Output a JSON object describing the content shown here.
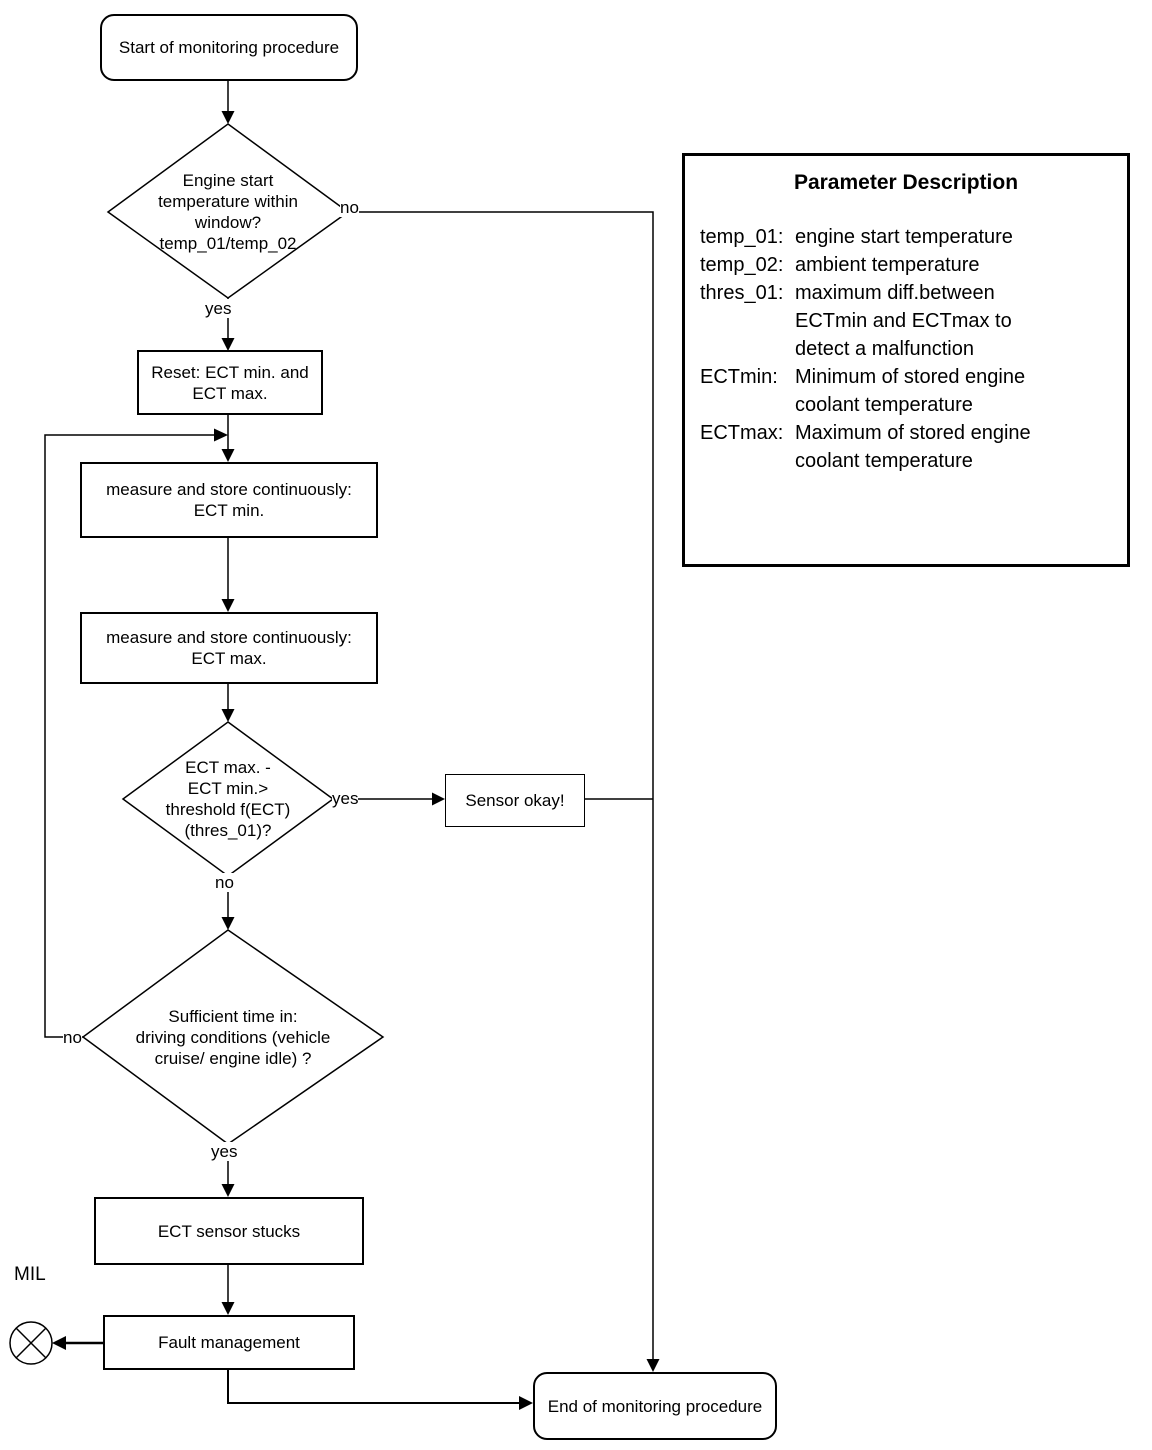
{
  "flowchart": {
    "nodes": {
      "start": "Start of monitoring procedure",
      "decision1": "Engine start\ntemperature within\nwindow?\ntemp_01/temp_02",
      "reset": "Reset: ECT min. and\nECT max.",
      "measure_min": "measure and store continuously:\nECT min.",
      "measure_max": "measure and store continuously:\nECT max.",
      "decision2": "ECT max. -\nECT min.>\nthreshold f(ECT)\n(thres_01)?",
      "sensor_okay": "Sensor okay!",
      "decision3": "Sufficient time in:\ndriving conditions (vehicle\ncruise/ engine idle) ?",
      "ect_stucks": "ECT sensor stucks",
      "fault_mgmt": "Fault management",
      "end": "End of monitoring procedure",
      "mil_label": "MIL"
    },
    "edge_labels": {
      "decision1_no": "no",
      "decision1_yes": "yes",
      "decision2_yes": "yes",
      "decision2_no": "no",
      "decision3_no": "no",
      "decision3_yes": "yes"
    }
  },
  "parameter_panel": {
    "title": "Parameter Description",
    "entries": [
      {
        "term": "temp_01:",
        "definition": "engine start temperature"
      },
      {
        "term": "temp_02:",
        "definition": "ambient temperature"
      },
      {
        "term": "thres_01:",
        "definition": "maximum diff.between\nECTmin and ECTmax to\ndetect a malfunction"
      },
      {
        "term": "ECTmin:",
        "definition": "Minimum of stored engine\ncoolant temperature"
      },
      {
        "term": "ECTmax:",
        "definition": "Maximum of stored engine\ncoolant temperature"
      }
    ]
  },
  "colors": {
    "background": "#ffffff",
    "line": "#000000",
    "text": "#000000"
  }
}
